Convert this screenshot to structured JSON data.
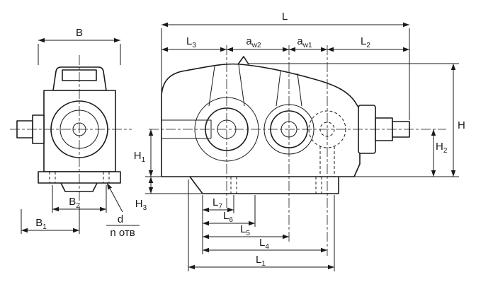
{
  "drawing": {
    "type": "technical-dimension-drawing",
    "subject": "gear-reducer-two-view-outline-drawing",
    "colors": {
      "line": "#1a1a1a",
      "background": "#ffffff"
    },
    "labels": {
      "B": {
        "base": "B",
        "sub": ""
      },
      "B1": {
        "base": "B",
        "sub": "1"
      },
      "B2": {
        "base": "B",
        "sub": "2"
      },
      "L": {
        "base": "L",
        "sub": ""
      },
      "L1": {
        "base": "L",
        "sub": "1"
      },
      "L2": {
        "base": "L",
        "sub": "2"
      },
      "L3": {
        "base": "L",
        "sub": "3"
      },
      "L4": {
        "base": "L",
        "sub": "4"
      },
      "L5": {
        "base": "L",
        "sub": "5"
      },
      "L6": {
        "base": "L",
        "sub": "6"
      },
      "L7": {
        "base": "L",
        "sub": "7"
      },
      "aw1": {
        "base": "a",
        "sub": "w1"
      },
      "aw2": {
        "base": "a",
        "sub": "w2"
      },
      "H": {
        "base": "H",
        "sub": ""
      },
      "H1": {
        "base": "H",
        "sub": "1"
      },
      "H2": {
        "base": "H",
        "sub": "2"
      },
      "H3": {
        "base": "H",
        "sub": "3"
      },
      "d": {
        "base": "d",
        "sub": ""
      },
      "n_otv": {
        "base": "n отв",
        "sub": ""
      }
    }
  }
}
